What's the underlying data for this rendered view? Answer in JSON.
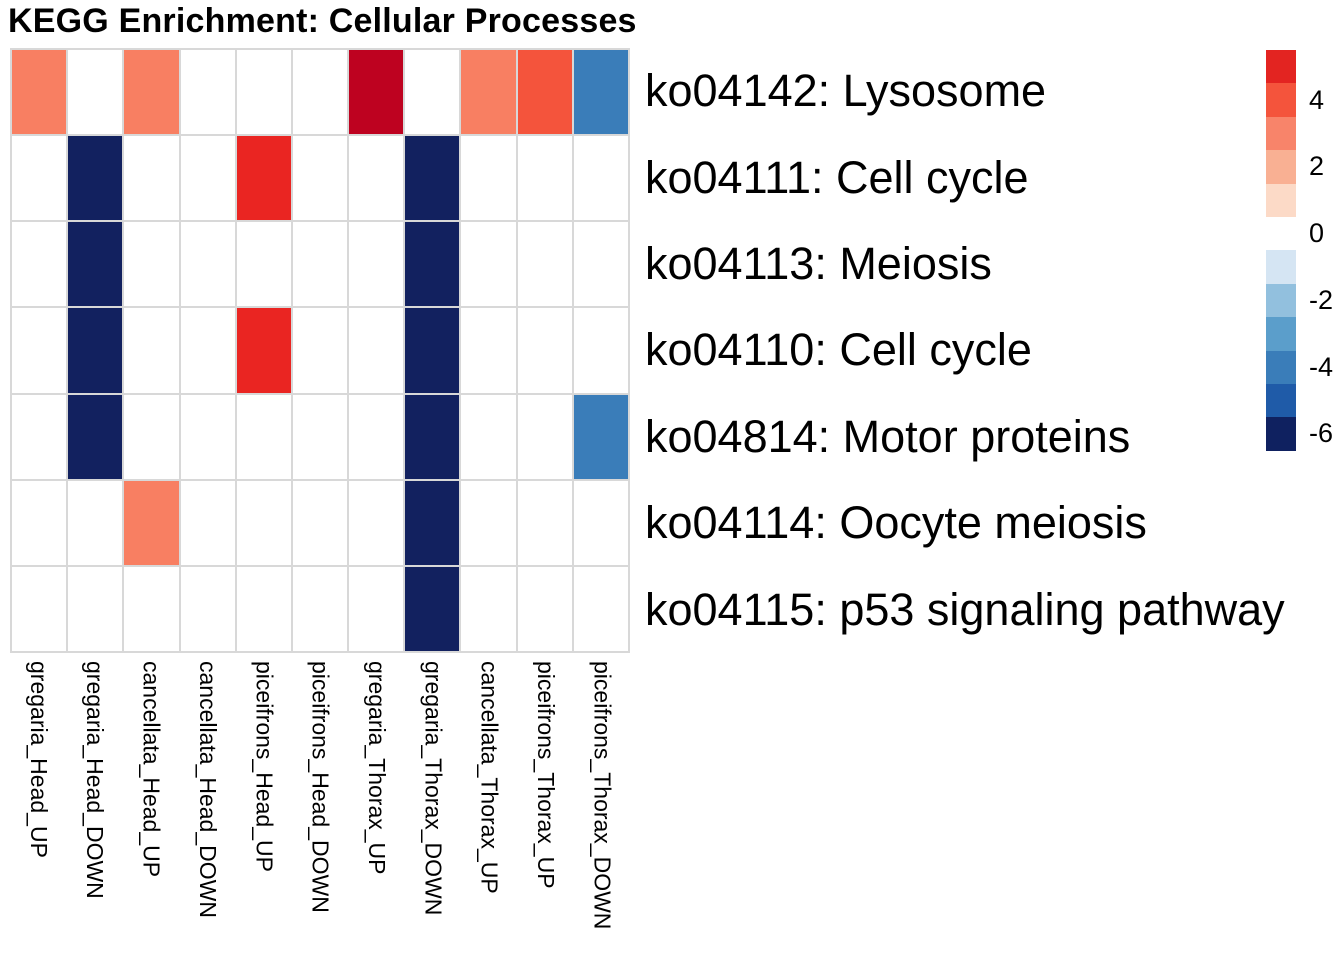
{
  "title": "KEGG Enrichment: Cellular Processes",
  "chart_data": {
    "type": "heatmap",
    "title": "KEGG Enrichment: Cellular Processes",
    "columns": [
      "gregaria_Head_UP",
      "gregaria_Head_DOWN",
      "cancellata_Head_UP",
      "cancellata_Head_DOWN",
      "piceifrons_Head_UP",
      "piceifrons_Head_DOWN",
      "gregaria_Thorax_UP",
      "gregaria_Thorax_DOWN",
      "cancellata_Thorax_UP",
      "piceifrons_Thorax_UP",
      "piceifrons_Thorax_DOWN"
    ],
    "rows": [
      "ko04142: Lysosome",
      "ko04111: Cell cycle",
      "ko04113: Meiosis",
      "ko04110: Cell cycle",
      "ko04814: Motor proteins",
      "ko04114: Oocyte meiosis",
      "ko04115: p53 signaling pathway"
    ],
    "values": [
      [
        3,
        null,
        3,
        null,
        null,
        null,
        6,
        null,
        3,
        4,
        -4
      ],
      [
        null,
        -6,
        null,
        null,
        5,
        null,
        null,
        -6,
        null,
        null,
        null
      ],
      [
        null,
        -6,
        null,
        null,
        null,
        null,
        null,
        -6,
        null,
        null,
        null
      ],
      [
        null,
        -6,
        null,
        null,
        5,
        null,
        null,
        -6,
        null,
        null,
        null
      ],
      [
        null,
        -6,
        null,
        null,
        null,
        null,
        null,
        -6,
        null,
        null,
        -4
      ],
      [
        null,
        null,
        3,
        null,
        null,
        null,
        null,
        -6,
        null,
        null,
        null
      ],
      [
        null,
        null,
        null,
        null,
        null,
        null,
        null,
        -6,
        null,
        null,
        null
      ]
    ],
    "value_colors": {
      "6": "#BE0220",
      "5": "#EA2522",
      "4": "#F4543C",
      "3": "#F87F62",
      "-4": "#3A7DB9",
      "-6": "#12215F",
      "empty": "#FFFFFF"
    },
    "legend": {
      "position": "right",
      "segments": [
        {
          "color": "#E32421",
          "label": ""
        },
        {
          "color": "#F4543C",
          "label": "4"
        },
        {
          "color": "#F8846A",
          "label": ""
        },
        {
          "color": "#F9B093",
          "label": "2"
        },
        {
          "color": "#FCDAC7",
          "label": ""
        },
        {
          "color": "#FFFFFF",
          "label": "0"
        },
        {
          "color": "#D5E5F3",
          "label": ""
        },
        {
          "color": "#92C0DE",
          "label": "-2"
        },
        {
          "color": "#5B9ECB",
          "label": ""
        },
        {
          "color": "#3A7DB9",
          "label": "-4"
        },
        {
          "color": "#1F5BA8",
          "label": ""
        },
        {
          "color": "#0F2160",
          "label": "-6"
        }
      ],
      "value_range": [
        -6,
        6
      ]
    },
    "gridline_color": "#D8D8D8",
    "grid_on": true,
    "x_label_rotation": 90
  }
}
